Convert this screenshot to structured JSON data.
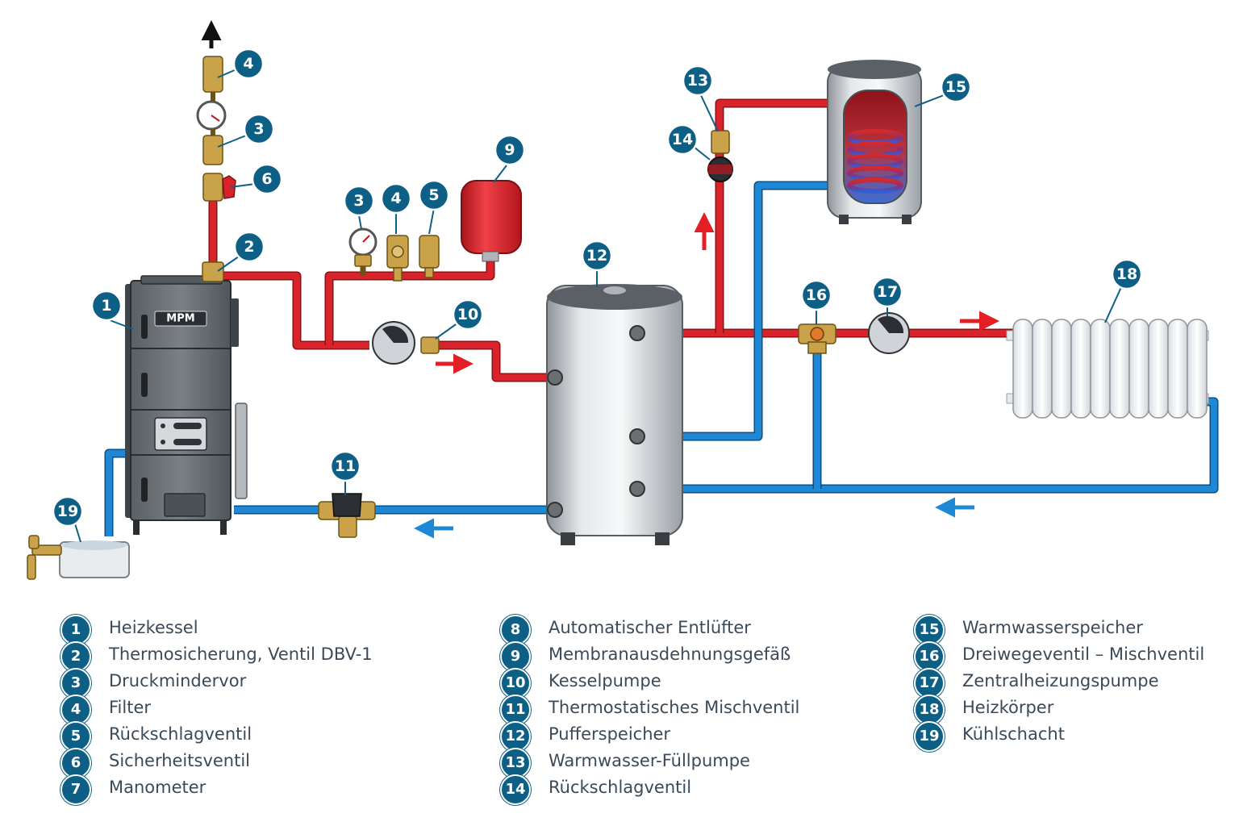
{
  "colors": {
    "badge": "#0e5f85",
    "hot_pipe": "#d9232a",
    "cold_pipe": "#1e88d6",
    "text": "#3b4a58"
  },
  "boiler": {
    "brand": "MPM"
  },
  "diagram_badges": {
    "b1": "1",
    "b2": "2",
    "b3_top": "3",
    "b4_top": "4",
    "b6": "6",
    "b3_mid": "3",
    "b4_mid": "4",
    "b5": "5",
    "b9": "9",
    "b10": "10",
    "b11": "11",
    "b12": "12",
    "b13": "13",
    "b14": "14",
    "b15": "15",
    "b16": "16",
    "b17": "17",
    "b18": "18",
    "b19": "19"
  },
  "legend": {
    "col1": [
      {
        "num": "1",
        "label": "Heizkessel"
      },
      {
        "num": "2",
        "label": "Thermosicherung, Ventil DBV-1"
      },
      {
        "num": "3",
        "label": "Druckmindervor"
      },
      {
        "num": "4",
        "label": "Filter"
      },
      {
        "num": "5",
        "label": "Rückschlagventil"
      },
      {
        "num": "6",
        "label": "Sicherheitsventil"
      },
      {
        "num": "7",
        "label": "Manometer"
      }
    ],
    "col2": [
      {
        "num": "8",
        "label": "Automatischer Entlüfter"
      },
      {
        "num": "9",
        "label": "Membranausdehnungsgefäß"
      },
      {
        "num": "10",
        "label": "Kesselpumpe"
      },
      {
        "num": "11",
        "label": "Thermostatisches Mischventil"
      },
      {
        "num": "12",
        "label": "Pufferspeicher"
      },
      {
        "num": "13",
        "label": "Warmwasser-Füllpumpe"
      },
      {
        "num": "14",
        "label": "Rückschlagventil"
      }
    ],
    "col3": [
      {
        "num": "15",
        "label": "Warmwasserspeicher"
      },
      {
        "num": "16",
        "label": "Dreiwegeventil – Mischventil"
      },
      {
        "num": "17",
        "label": "Zentralheizungspumpe"
      },
      {
        "num": "18",
        "label": "Heizkörper"
      },
      {
        "num": "19",
        "label": "Kühlschacht"
      }
    ]
  }
}
